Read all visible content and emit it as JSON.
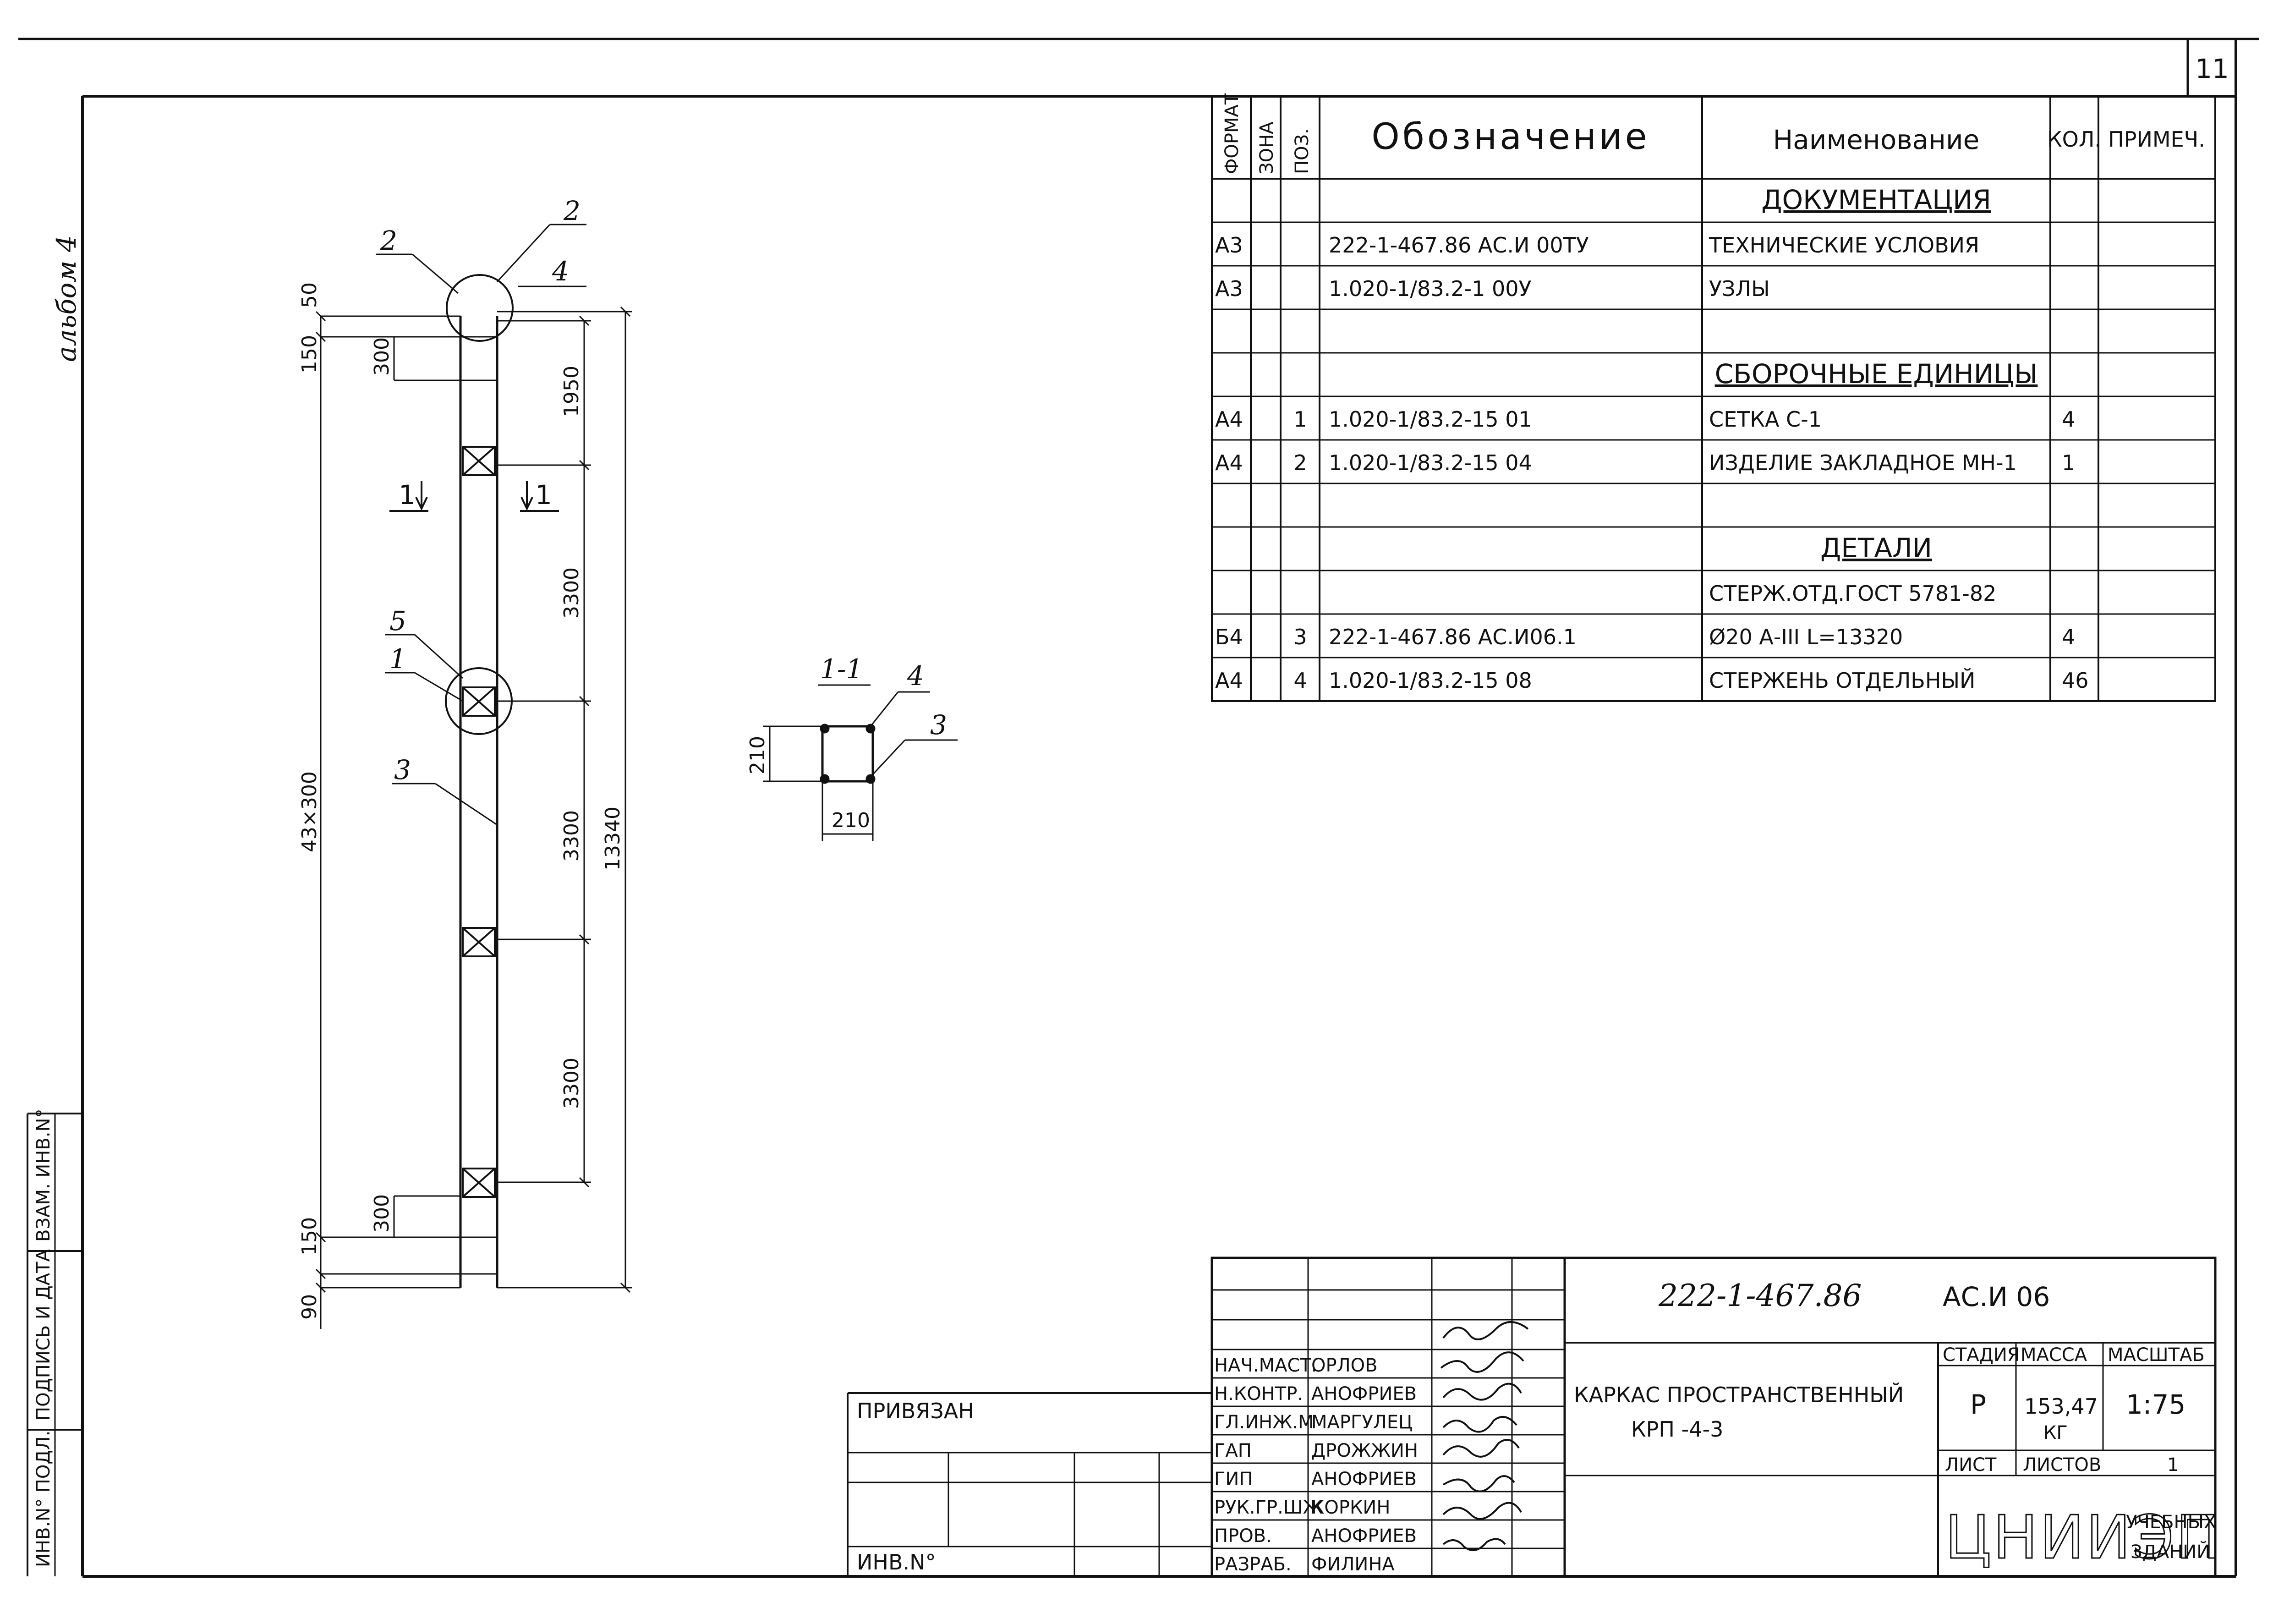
{
  "sheet": {
    "number": "11",
    "album": "альбом 4"
  },
  "left_strip": {
    "inv_podl": "ИНВ.N° ПОДЛ.",
    "podpis_data": "ПОДПИСЬ И ДАТА",
    "vzam_inv": "ВЗАМ. ИНВ.N°"
  },
  "spec": {
    "headers": {
      "format": "ФОРМАТ",
      "zona": "ЗОНА",
      "poz": "ПОЗ.",
      "oboznachenie": "Обозначение",
      "naimenovanie": "Наименование",
      "kol": "КОЛ.",
      "primech": "ПРИМЕЧ."
    },
    "rows": [
      {
        "format": "",
        "poz": "",
        "oboz": "",
        "name": "ДОКУМЕНТАЦИЯ",
        "kol": "",
        "section": true
      },
      {
        "format": "А3",
        "poz": "",
        "oboz": "222-1-467.86   АС.И   00ТУ",
        "name": "ТЕХНИЧЕСКИЕ УСЛОВИЯ",
        "kol": ""
      },
      {
        "format": "А3",
        "poz": "",
        "oboz": "1.020-1/83.2-1        00У",
        "name": "УЗЛЫ",
        "kol": ""
      },
      {
        "format": "",
        "poz": "",
        "oboz": "",
        "name": "",
        "kol": ""
      },
      {
        "format": "",
        "poz": "",
        "oboz": "",
        "name": "СБОРОЧНЫЕ ЕДИНИЦЫ",
        "kol": "",
        "section": true
      },
      {
        "format": "А4",
        "poz": "1",
        "oboz": "1.020-1/83.2-15 01",
        "name": "СЕТКА   С-1",
        "kol": "4"
      },
      {
        "format": "А4",
        "poz": "2",
        "oboz": "1.020-1/83.2-15 04",
        "name": "ИЗДЕЛИЕ ЗАКЛАДНОЕ МН-1",
        "kol": "1"
      },
      {
        "format": "",
        "poz": "",
        "oboz": "",
        "name": "",
        "kol": ""
      },
      {
        "format": "",
        "poz": "",
        "oboz": "",
        "name": "ДЕТАЛИ",
        "kol": "",
        "section": true
      },
      {
        "format": "",
        "poz": "",
        "oboz": "",
        "name": "СТЕРЖ.ОТД.ГОСТ 5781-82",
        "kol": ""
      },
      {
        "format": "Б4",
        "poz": "3",
        "oboz": "222-1-467.86  АС.И06.1",
        "name": "Ø20 А-III  L=13320",
        "kol": "4"
      },
      {
        "format": "А4",
        "poz": "4",
        "oboz": "1.020-1/83.2-15  08",
        "name": "СТЕРЖЕНЬ ОТДЕЛЬНЫЙ",
        "kol": "46"
      }
    ]
  },
  "drawing": {
    "dims_left": [
      "50",
      "150",
      "300",
      "43×300",
      "150",
      "300",
      "90"
    ],
    "dims_right": [
      "1950",
      "3300",
      "3300",
      "3300",
      "13340"
    ],
    "callouts": [
      "2",
      "2",
      "4",
      "5",
      "1",
      "3"
    ],
    "section_mark": "1",
    "section_title": "1-1",
    "section_callouts": [
      "4",
      "3"
    ],
    "section_dims": [
      "210",
      "210"
    ]
  },
  "title_block": {
    "privyazan": "ПРИВЯЗАН",
    "inv_no": "ИНВ.N°",
    "doc_code": "222-1-467.86",
    "doc_mark": "АС.И 06",
    "title_line1": "КАРКАС ПРОСТРАНСТВЕННЫЙ",
    "title_line2": "КРП -4-3",
    "stadiya_label": "СТАДИЯ",
    "massa_label": "МАССА",
    "masshtab_label": "МАСШТАБ",
    "stadiya": "Р",
    "massa": "153,47",
    "massa_unit": "КГ",
    "masshtab": "1:75",
    "list_label": "ЛИСТ",
    "listov_label": "ЛИСТОВ",
    "listov": "1",
    "org": "ЦНИИЭП",
    "org_sub1": "УЧЕБНЫХ",
    "org_sub2": "ЗДАНИЙ",
    "people": [
      {
        "role": "НАЧ.МАСТ.",
        "name": "ОРЛОВ"
      },
      {
        "role": "Н.КОНТР.",
        "name": "АНОФРИЕВ"
      },
      {
        "role": "ГЛ.ИНЖ.М",
        "name": "МАРГУЛЕЦ"
      },
      {
        "role": "ГАП",
        "name": "ДРОЖЖИН"
      },
      {
        "role": "ГИП",
        "name": "АНОФРИЕВ"
      },
      {
        "role": "РУК.ГР.ШЖ",
        "name": "КОРКИН"
      },
      {
        "role": "ПРОВ.",
        "name": "АНОФРИЕВ"
      },
      {
        "role": "РАЗРАБ.",
        "name": "ФИЛИНА"
      }
    ]
  }
}
